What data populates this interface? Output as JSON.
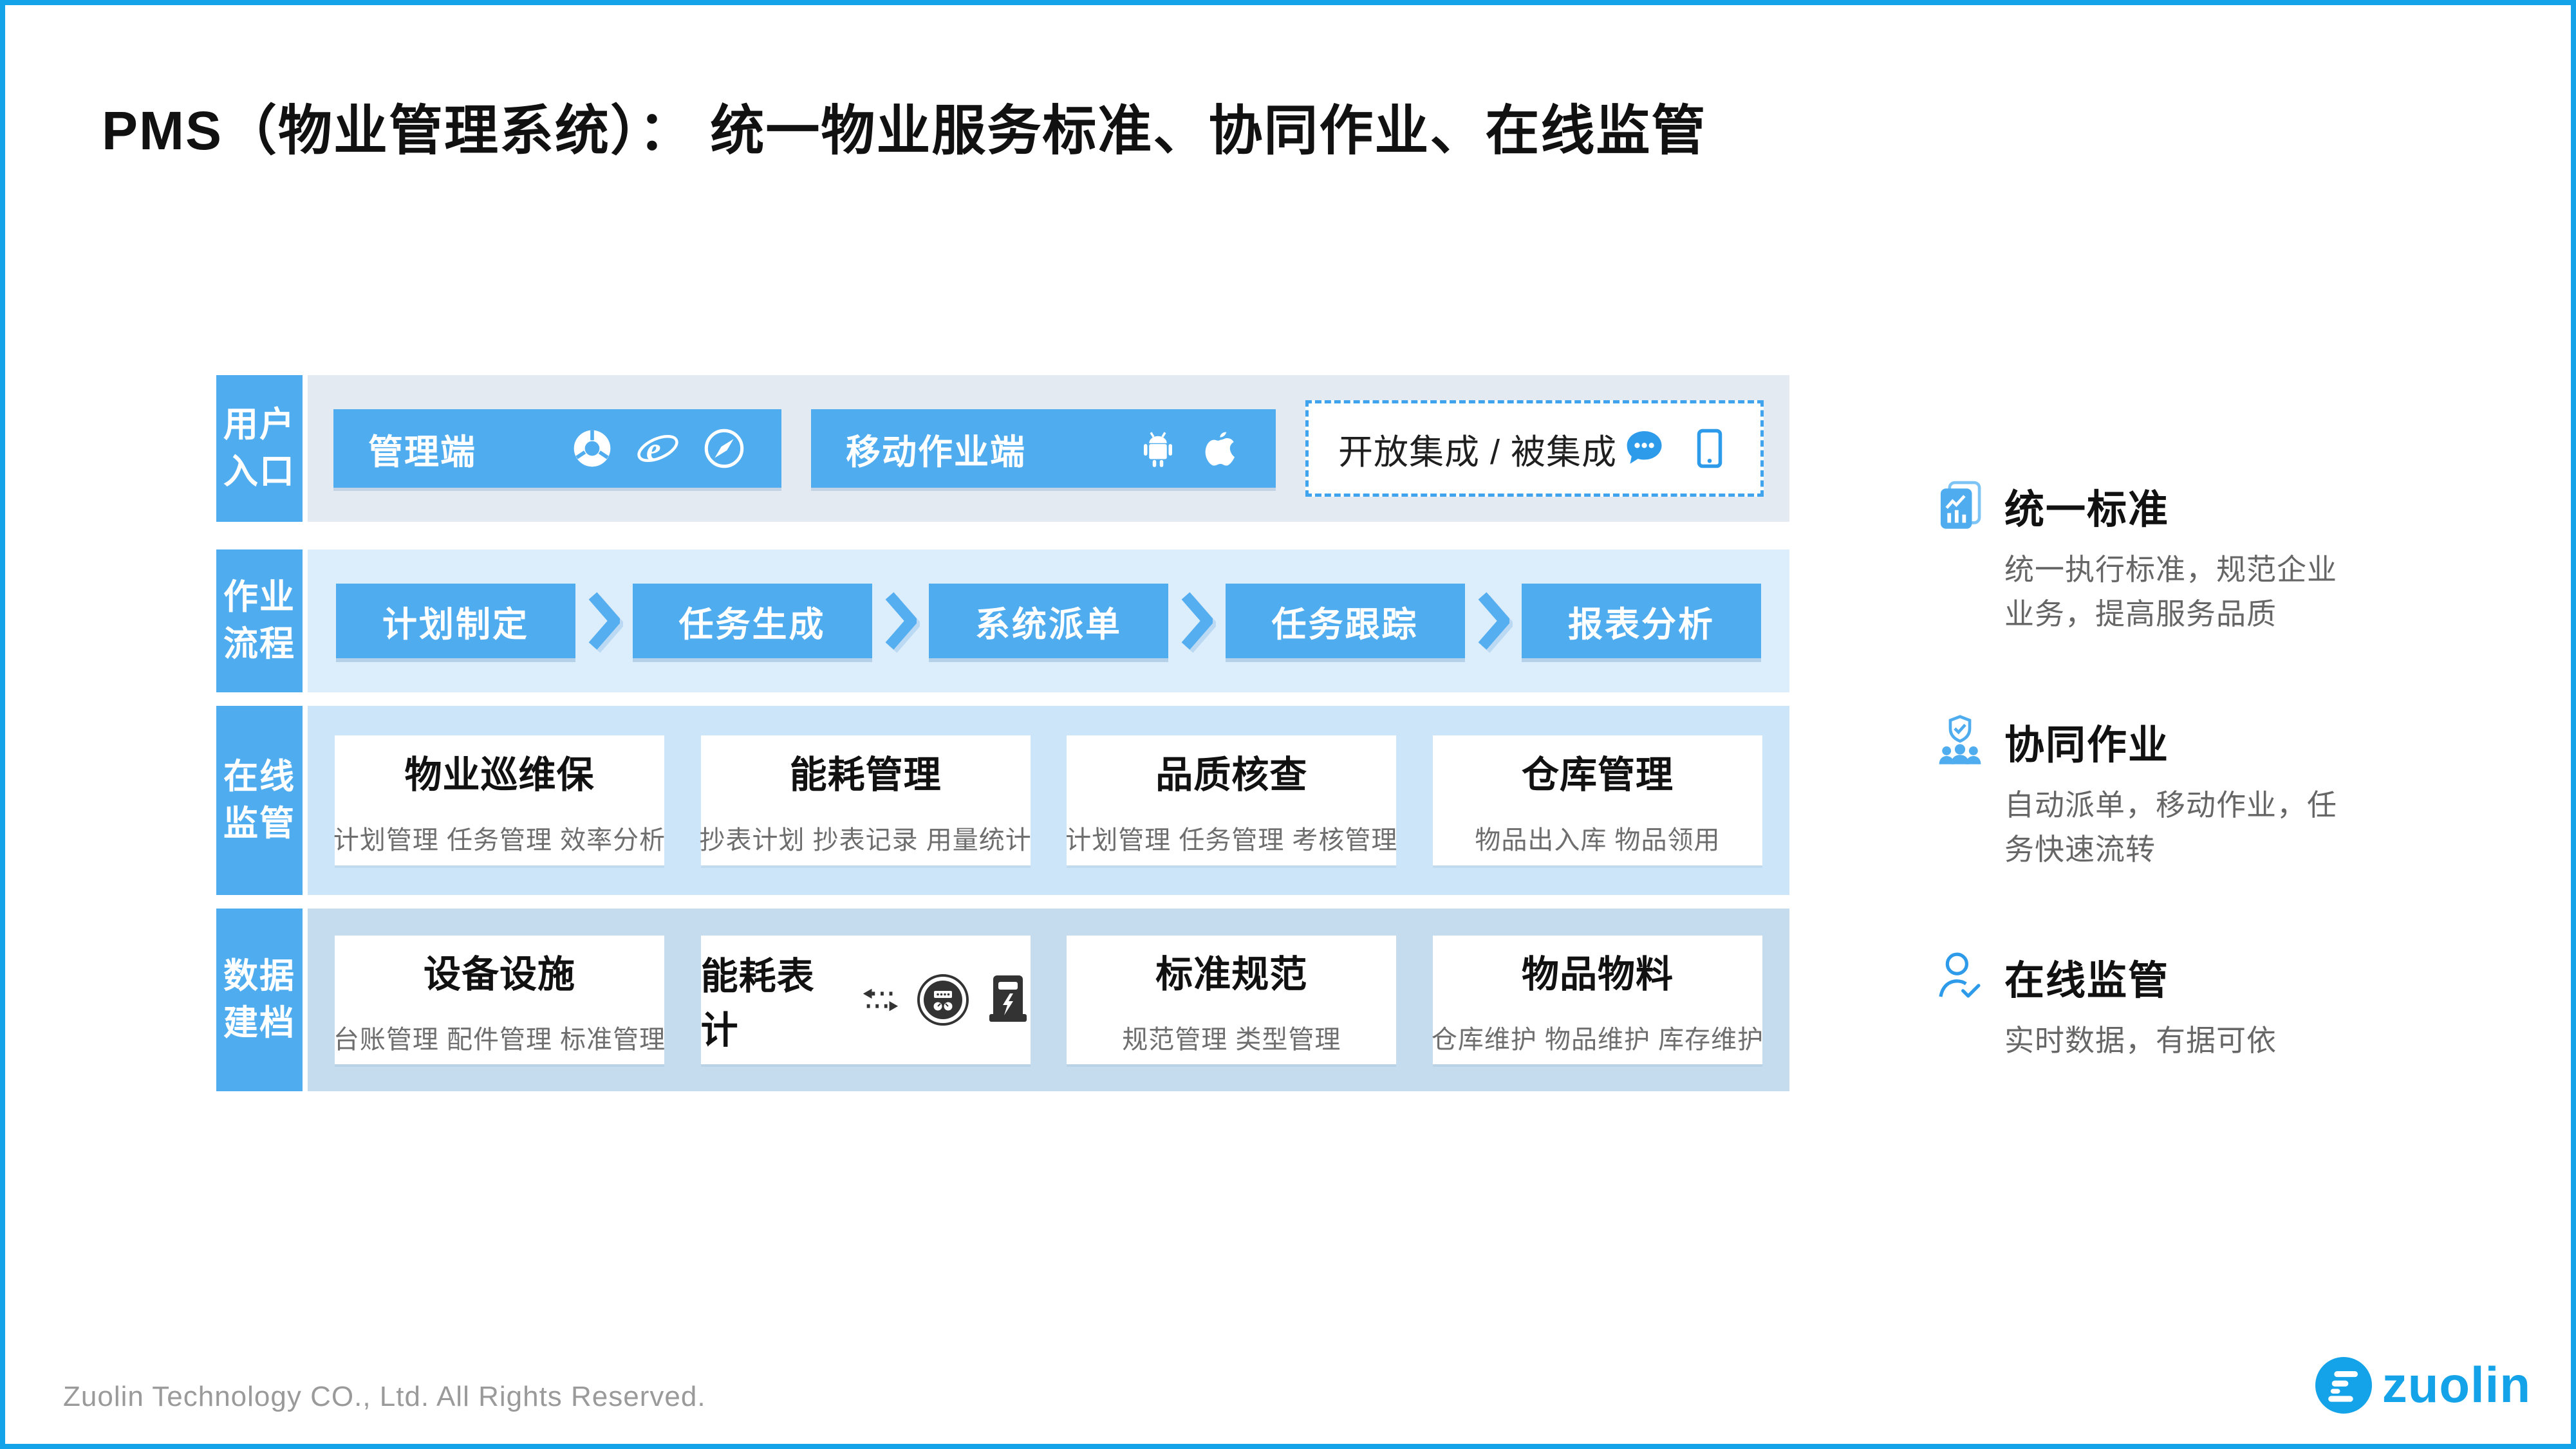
{
  "page": {
    "title": "PMS（物业管理系统）： 统一物业服务标准、协同作业、在线监管",
    "footer": {
      "copyright": "Zuolin Technology CO., Ltd. All Rights Reserved.",
      "logo_text": "zuolin"
    },
    "colors": {
      "accent_blue": "#4FACEF",
      "page_border_blue": "#14A2E8",
      "row_user_entry_bg": "#E4EAF2",
      "row_workflow_bg": "#DCEDFB",
      "row_supervision_bg": "#CDE5F8",
      "row_archive_bg": "#C5DCEF",
      "dashed_border_blue": "#3FA3EE",
      "logo_blue": "#14A3E8"
    }
  },
  "rows": [
    {
      "label": "用户入口",
      "entries": [
        {
          "label": "管理端",
          "icons": [
            "chrome-icon",
            "ie-icon",
            "safari-icon"
          ]
        },
        {
          "label": "移动作业端",
          "icons": [
            "android-icon",
            "apple-icon"
          ]
        },
        {
          "label": "开放集成 / 被集成",
          "icons": [
            "chat-bubble-icon",
            "smartphone-icon"
          ]
        }
      ]
    },
    {
      "label": "作业流程",
      "steps": [
        "计划制定",
        "任务生成",
        "系统派单",
        "任务跟踪",
        "报表分析"
      ]
    },
    {
      "label": "在线监管",
      "cards": [
        {
          "title": "物业巡维保",
          "items": [
            "计划管理",
            "任务管理",
            "效率分析"
          ]
        },
        {
          "title": "能耗管理",
          "items": [
            "抄表计划",
            "抄表记录",
            "用量统计"
          ]
        },
        {
          "title": "品质核查",
          "items": [
            "计划管理",
            "任务管理",
            "考核管理"
          ]
        },
        {
          "title": "仓库管理",
          "items": [
            "物品出入库",
            "物品领用"
          ]
        }
      ]
    },
    {
      "label": "数据建档",
      "cards": [
        {
          "title": "设备设施",
          "items": [
            "台账管理",
            "配件管理",
            "标准管理"
          ]
        },
        {
          "title": "能耗表计",
          "icons": [
            "sync-arrows-icon",
            "water-meter-icon",
            "electric-meter-icon"
          ]
        },
        {
          "title": "标准规范",
          "items": [
            "规范管理",
            "类型管理"
          ]
        },
        {
          "title": "物品物料",
          "items": [
            "仓库维护",
            "物品维护",
            "库存维护"
          ]
        }
      ]
    }
  ],
  "benefits": [
    {
      "icon": "report-chart-icon",
      "title": "统一标准",
      "desc": "统一执行标准，规范企业业务，提高服务品质"
    },
    {
      "icon": "shield-team-icon",
      "title": "协同作业",
      "desc": "自动派单，移动作业，任务快速流转"
    },
    {
      "icon": "user-check-icon",
      "title": "在线监管",
      "desc": "实时数据，有据可依"
    }
  ]
}
